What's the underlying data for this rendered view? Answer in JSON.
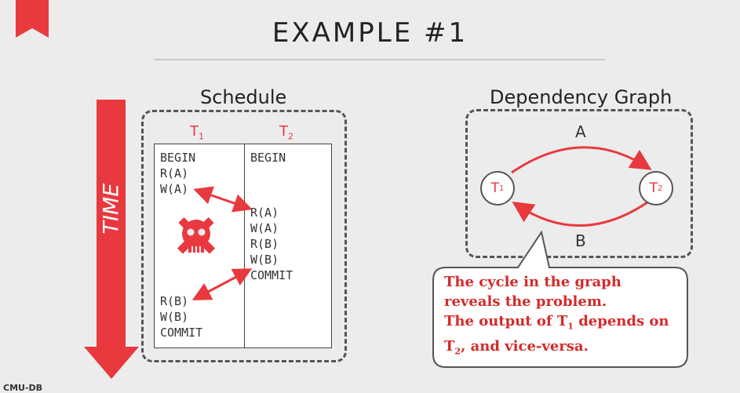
{
  "slide": {
    "title": "EXAMPLE #1",
    "footer_logo": "CMU-DB"
  },
  "schedule": {
    "heading": "Schedule",
    "time_label": "TIME",
    "t1_label": "T",
    "t1_sub": "1",
    "t2_label": "T",
    "t2_sub": "2",
    "t1_ops_top": [
      "BEGIN",
      "R(A)",
      "W(A)"
    ],
    "t2_ops": [
      "BEGIN",
      "R(A)",
      "W(A)",
      "R(B)",
      "W(B)",
      "COMMIT"
    ],
    "t1_ops_bottom": [
      "R(B)",
      "W(B)",
      "COMMIT"
    ]
  },
  "graph": {
    "heading": "Dependency Graph",
    "node1": "T",
    "node1_sub": "1",
    "node2": "T",
    "node2_sub": "2",
    "edge_top": "A",
    "edge_bottom": "B"
  },
  "callout": {
    "line1": "The cycle in the graph",
    "line2": "reveals the problem.",
    "line3_pre": "The output of T",
    "line3_sub": "1",
    "line3_post": " depends on",
    "line4_pre": "T",
    "line4_sub": "2",
    "line4_post": ", and vice-versa."
  },
  "colors": {
    "accent": "#e8393f",
    "text": "#222222",
    "background": "#ececec"
  },
  "icons": [
    "skull-crossbones-icon",
    "bookmark-icon"
  ]
}
